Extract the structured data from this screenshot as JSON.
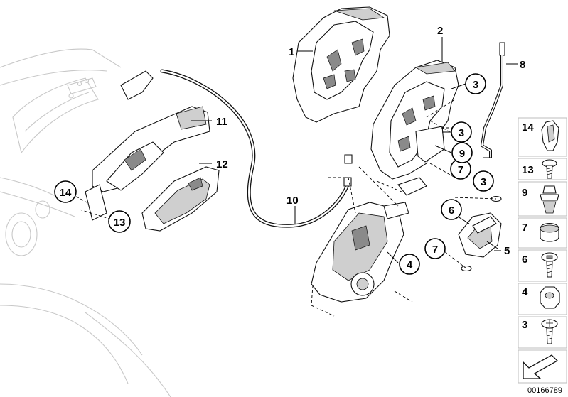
{
  "callouts": [
    {
      "id": "c1",
      "label": "1"
    },
    {
      "id": "c2",
      "label": "2"
    },
    {
      "id": "c3a",
      "label": "3"
    },
    {
      "id": "c3b",
      "label": "3"
    },
    {
      "id": "c3c",
      "label": "3"
    },
    {
      "id": "c4",
      "label": "4"
    },
    {
      "id": "c5",
      "label": "5"
    },
    {
      "id": "c6",
      "label": "6"
    },
    {
      "id": "c7a",
      "label": "7"
    },
    {
      "id": "c7b",
      "label": "7"
    },
    {
      "id": "c8",
      "label": "8"
    },
    {
      "id": "c9",
      "label": "9"
    },
    {
      "id": "c10",
      "label": "10"
    },
    {
      "id": "c11",
      "label": "11"
    },
    {
      "id": "c12",
      "label": "12"
    },
    {
      "id": "c13",
      "label": "13"
    },
    {
      "id": "c14",
      "label": "14"
    }
  ],
  "side_legend": [
    {
      "label": "14",
      "icon": "expanding-clip-icon"
    },
    {
      "label": "13",
      "icon": "screw-icon"
    },
    {
      "label": "9",
      "icon": "plastic-rivet-icon"
    },
    {
      "label": "7",
      "icon": "cap-icon"
    },
    {
      "label": "6",
      "icon": "torx-screw-icon"
    },
    {
      "label": "4",
      "icon": "hex-nut-icon"
    },
    {
      "label": "3",
      "icon": "screw-icon"
    }
  ],
  "reference_number": "00166789",
  "colors": {
    "line": "#111111",
    "background_sketch": "#c8c8c8",
    "legend_border": "#bdbdbd"
  }
}
